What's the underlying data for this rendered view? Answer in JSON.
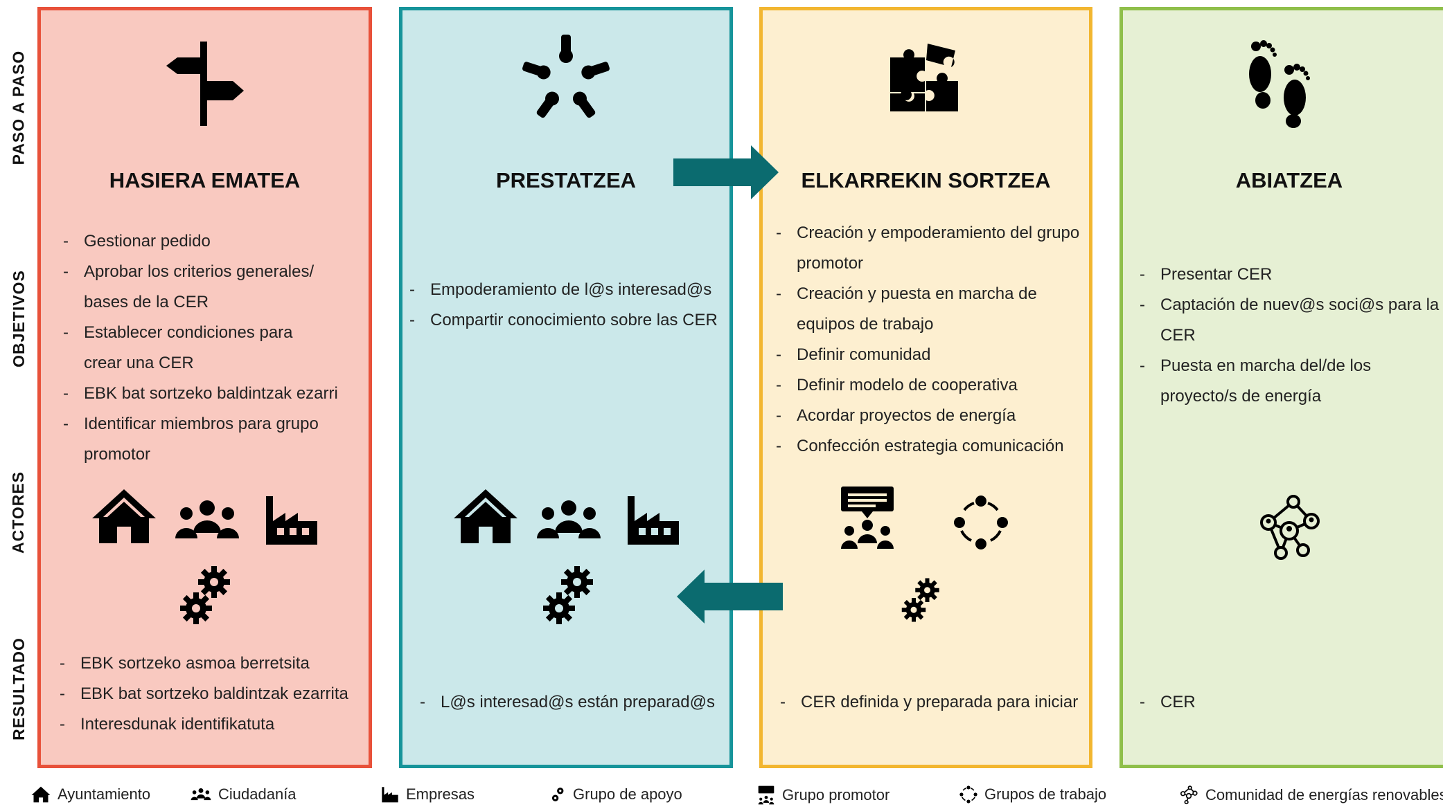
{
  "row_labels": {
    "paso": "PASO A PASO",
    "objetivos": "OBJETIVOS",
    "actores": "ACTORES",
    "resultado": "RESULTADO"
  },
  "columns": [
    {
      "title": "HASIERA EMATEA",
      "step_icon": "signpost-icon",
      "border_color": "#e8513a",
      "bg_color": "#f9c9c0",
      "objectives": [
        "Gestionar pedido",
        "Aprobar los criterios generales/",
        "bases de la CER",
        "Establecer condiciones para",
        "crear una CER",
        "EBK bat sortzeko baldintzak ezarri",
        "Identificar miembros para grupo",
        "promotor"
      ],
      "actors": [
        "house-icon",
        "people-icon",
        "factory-icon",
        "gears-icon"
      ],
      "results": [
        "EBK sortzeko asmoa berretsita",
        "EBK bat sortzeko baldintzak ezarrita",
        "Interesdunak identifikatuta"
      ]
    },
    {
      "title": "PRESTATZEA",
      "step_icon": "hands-circle-icon",
      "border_color": "#16949a",
      "bg_color": "#cbe8ea",
      "objectives": [
        "Empoderamiento de l@s interesad@s",
        "Compartir conocimiento sobre las CER"
      ],
      "actors": [
        "house-icon",
        "people-icon",
        "factory-icon",
        "gears-icon"
      ],
      "results": [
        "L@s interesad@s están preparad@s"
      ]
    },
    {
      "title": "ELKARREKIN SORTZEA",
      "step_icon": "puzzle-icon",
      "border_color": "#f2b630",
      "bg_color": "#fdefd0",
      "objectives": [
        "Creación y empoderamiento del grupo",
        "promotor",
        "Creación y puesta en marcha de",
        "equipos de trabajo",
        "Definir comunidad",
        "Definir modelo de cooperativa",
        "Acordar proyectos de energía",
        "Confección estrategia comunicación"
      ],
      "actors": [
        "presenter-group-icon",
        "dotted-circle-icon",
        "gears-icon"
      ],
      "results": [
        "CER definida  y preparada para iniciar"
      ]
    },
    {
      "title": "ABIATZEA",
      "step_icon": "footprints-icon",
      "border_color": "#8fbf4a",
      "bg_color": "#e6f0d4",
      "objectives": [
        "Presentar CER",
        "Captación de nuev@s soci@s para la",
        "CER",
        "Puesta en marcha del/de los",
        "proyecto/s de energía"
      ],
      "actors": [
        "network-people-icon"
      ],
      "results": [
        "CER"
      ]
    }
  ],
  "arrows": {
    "forward_color": "#0b6b6f",
    "backward_color": "#0b6b6f"
  },
  "legend": [
    {
      "icon": "house-icon",
      "label": "Ayuntamiento"
    },
    {
      "icon": "people-icon",
      "label": "Ciudadanía"
    },
    {
      "icon": "factory-icon",
      "label": "Empresas"
    },
    {
      "icon": "gears-icon",
      "label": "Grupo de apoyo"
    },
    {
      "icon": "presenter-group-icon",
      "label": "Grupo promotor"
    },
    {
      "icon": "dotted-circle-icon",
      "label": "Grupos de trabajo"
    },
    {
      "icon": "network-people-icon",
      "label": "Comunidad de energías renovables"
    }
  ]
}
